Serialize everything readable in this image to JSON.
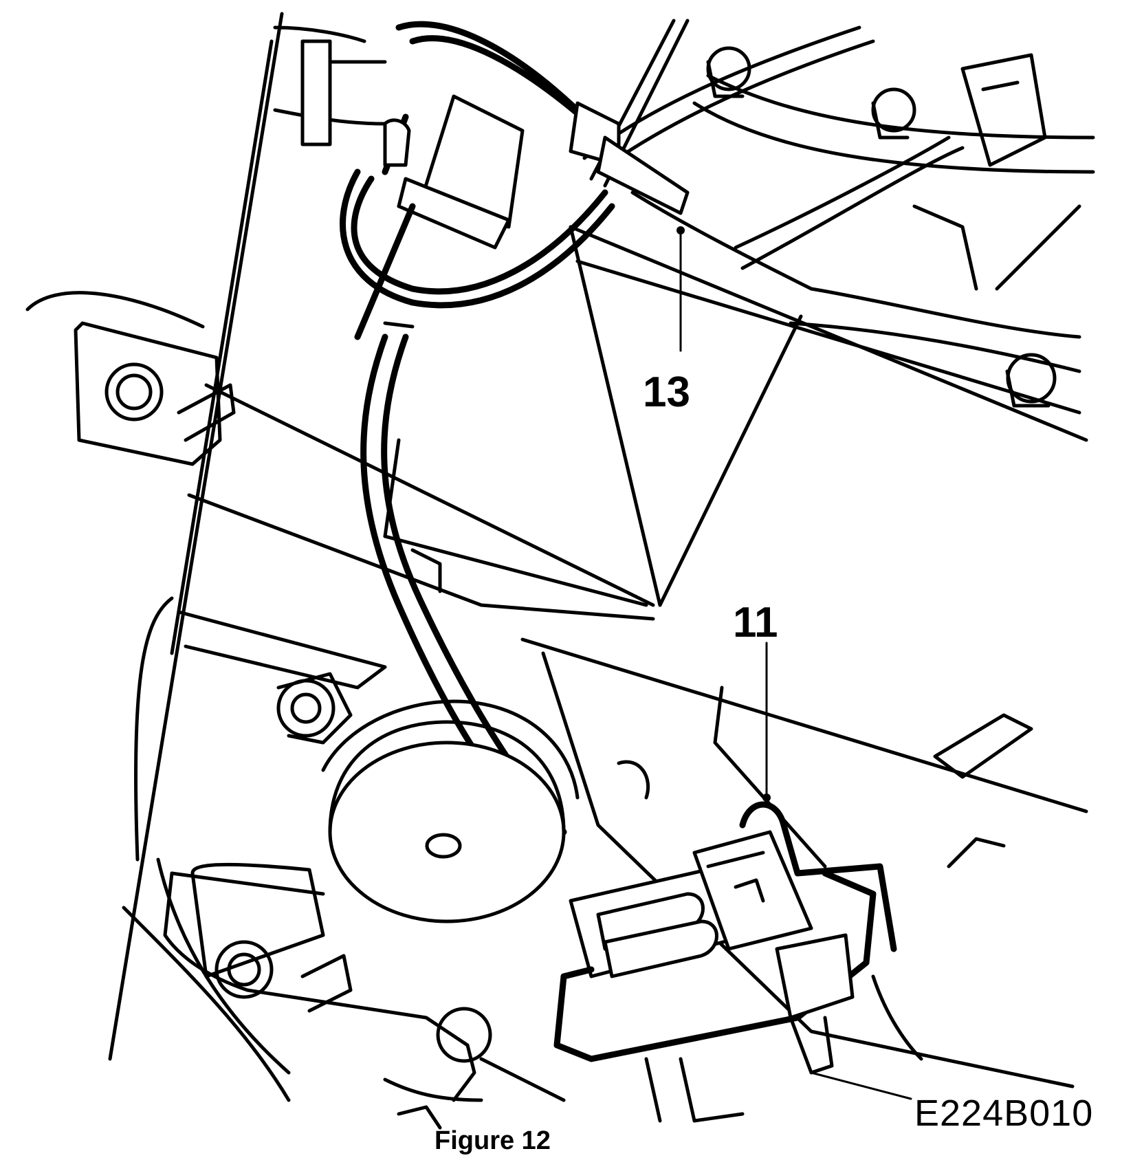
{
  "figure": {
    "callouts": {
      "part_13": "13",
      "part_11": "11"
    },
    "reference_code": "E224B010",
    "caption": "Figure 12"
  }
}
